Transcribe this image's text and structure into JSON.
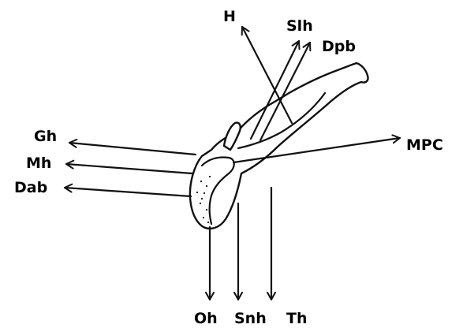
{
  "labels": {
    "h": "H",
    "slh": "Slh",
    "dpb": "Dpb",
    "gh": "Gh",
    "mh": "Mh",
    "dab": "Dab",
    "mpc": "MPC",
    "oh": "Oh",
    "snh": "Snh",
    "th": "Th"
  },
  "colors": {
    "ink": "#111111",
    "background": "#ffffff"
  }
}
